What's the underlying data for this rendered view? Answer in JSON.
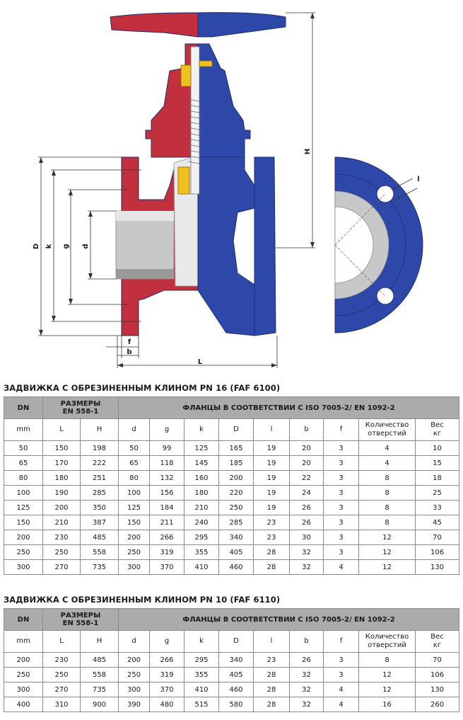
{
  "drawing": {
    "labels": {
      "H": "H",
      "D": "D",
      "k": "k",
      "g": "g",
      "d": "d",
      "f": "f",
      "b": "b",
      "L": "L",
      "l": "l"
    },
    "colors": {
      "body_blue": "#2d48a8",
      "body_red": "#c1303c",
      "outline": "#1f2e6e",
      "stem_white": "#f2f2f2",
      "brass": "#f0c020",
      "rubber_grey": "#c8c8c8"
    }
  },
  "columns": [
    "DN",
    "L",
    "H",
    "d",
    "g",
    "k",
    "D",
    "l",
    "b",
    "f",
    "holes",
    "weight"
  ],
  "tables": [
    {
      "title": "ЗАДВИЖКА С ОБРЕЗИНЕННЫМ КЛИНОМ PN 16 (FAF 6100)",
      "header": {
        "dn": "DN",
        "sizes_l1": "РАЗМЕРЫ",
        "sizes_l2": "EN 558-1",
        "flanges": "ФЛАНЦЫ В СООТВЕТСТВИИ С ISO 7005-2/ EN 1092-2"
      },
      "sub": {
        "mm": "mm",
        "L": "L",
        "H": "H",
        "d": "d",
        "g": "g",
        "k": "k",
        "D": "D",
        "l": "l",
        "b": "b",
        "f": "f",
        "holes_l1": "Количество",
        "holes_l2": "отверстий",
        "weight_l1": "Вес",
        "weight_l2": "кг"
      },
      "rows": [
        [
          "50",
          "150",
          "198",
          "50",
          "99",
          "125",
          "165",
          "19",
          "20",
          "3",
          "4",
          "10"
        ],
        [
          "65",
          "170",
          "222",
          "65",
          "118",
          "145",
          "185",
          "19",
          "20",
          "3",
          "4",
          "15"
        ],
        [
          "80",
          "180",
          "251",
          "80",
          "132",
          "160",
          "200",
          "19",
          "22",
          "3",
          "8",
          "18"
        ],
        [
          "100",
          "190",
          "285",
          "100",
          "156",
          "180",
          "220",
          "19",
          "24",
          "3",
          "8",
          "25"
        ],
        [
          "125",
          "200",
          "350",
          "125",
          "184",
          "210",
          "250",
          "19",
          "26",
          "3",
          "8",
          "33"
        ],
        [
          "150",
          "210",
          "387",
          "150",
          "211",
          "240",
          "285",
          "23",
          "26",
          "3",
          "8",
          "45"
        ],
        [
          "200",
          "230",
          "485",
          "200",
          "266",
          "295",
          "340",
          "23",
          "30",
          "3",
          "12",
          "70"
        ],
        [
          "250",
          "250",
          "558",
          "250",
          "319",
          "355",
          "405",
          "28",
          "32",
          "3",
          "12",
          "106"
        ],
        [
          "300",
          "270",
          "735",
          "300",
          "370",
          "410",
          "460",
          "28",
          "32",
          "4",
          "12",
          "130"
        ]
      ]
    },
    {
      "title": "ЗАДВИЖКА С ОБРЕЗИНЕННЫМ КЛИНОМ PN 10 (FAF 6110)",
      "header": {
        "dn": "DN",
        "sizes_l1": "РАЗМЕРЫ",
        "sizes_l2": "EN 558-1",
        "flanges": "ФЛАНЦЫ В СООТВЕТСТВИИ С ISO 7005-2/ EN 1092-2"
      },
      "sub": {
        "mm": "mm",
        "L": "L",
        "H": "H",
        "d": "d",
        "g": "g",
        "k": "k",
        "D": "D",
        "l": "l",
        "b": "b",
        "f": "f",
        "holes_l1": "Количество",
        "holes_l2": "отверстий",
        "weight_l1": "Вес",
        "weight_l2": "кг"
      },
      "rows": [
        [
          "200",
          "230",
          "485",
          "200",
          "266",
          "295",
          "340",
          "23",
          "26",
          "3",
          "8",
          "70"
        ],
        [
          "250",
          "250",
          "558",
          "250",
          "319",
          "355",
          "405",
          "28",
          "32",
          "3",
          "12",
          "106"
        ],
        [
          "300",
          "270",
          "735",
          "300",
          "370",
          "410",
          "460",
          "28",
          "32",
          "4",
          "12",
          "130"
        ],
        [
          "400",
          "310",
          "900",
          "390",
          "480",
          "515",
          "580",
          "28",
          "32",
          "4",
          "16",
          "260"
        ]
      ]
    }
  ]
}
